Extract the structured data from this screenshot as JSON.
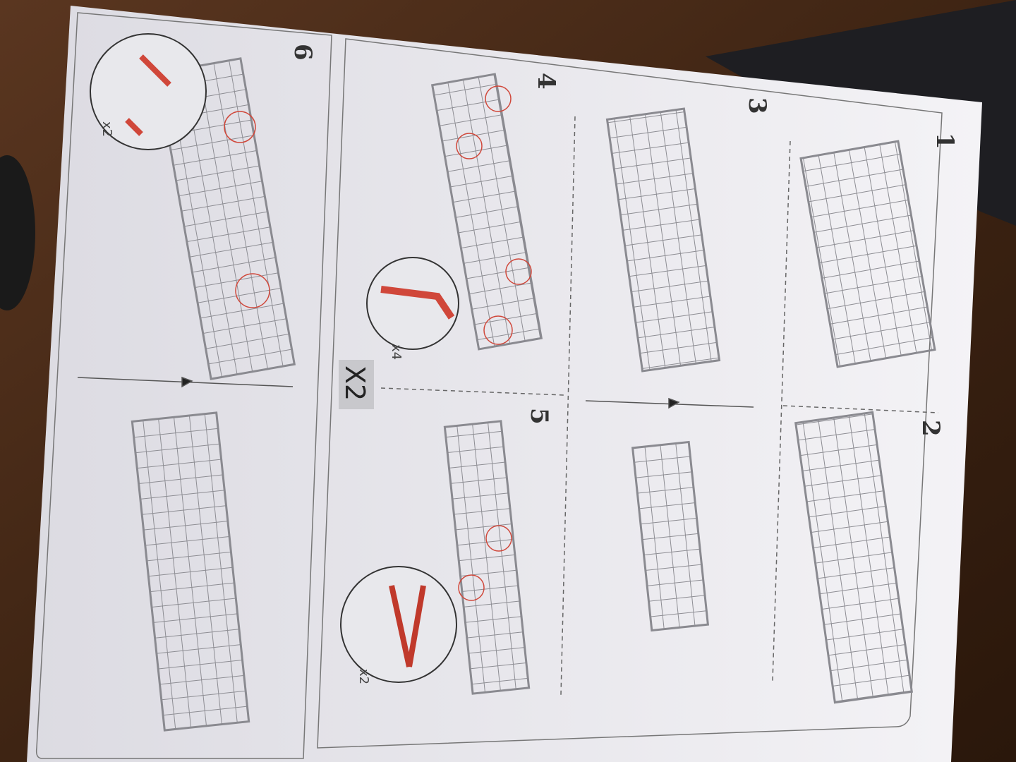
{
  "steps": [
    {
      "number": "1"
    },
    {
      "number": "2"
    },
    {
      "number": "3"
    },
    {
      "number": "4",
      "detail_quantity": "x4"
    },
    {
      "number": "5",
      "detail_quantity": "x2"
    },
    {
      "number": "6",
      "detail_quantity": "x2"
    }
  ],
  "repeat_badge": "X2",
  "colors": {
    "paper": "#ecebf0",
    "frame": "#9a9aa0",
    "accent": "#d0473a",
    "wood": "#4a2c17"
  }
}
